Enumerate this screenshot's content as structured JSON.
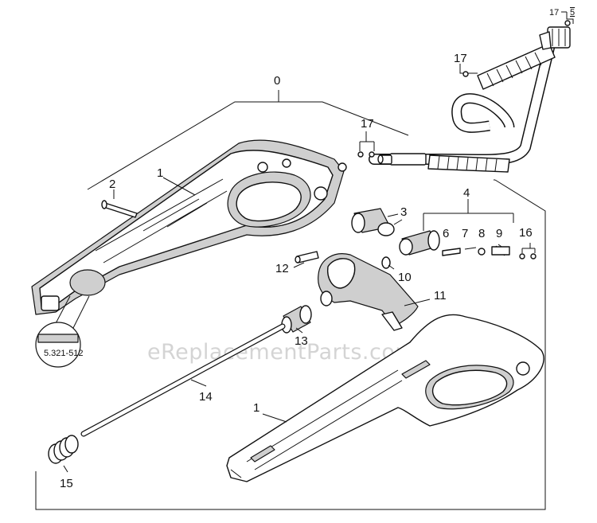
{
  "watermark": "eReplacementParts.com",
  "detail_text": "5.321-512",
  "labels": {
    "assembly": "0",
    "grip_upper": "1",
    "grip_lower": "1",
    "screw": "2",
    "adapter": "3",
    "nozzle_group": "4",
    "swivel_top": "5",
    "part6": "6",
    "part7": "7",
    "part8": "8",
    "part9": "9",
    "oring": "10",
    "trigger": "11",
    "pin": "12",
    "sleeve": "13",
    "rod": "14",
    "spring": "15",
    "seals16": "16",
    "seals17_top": "17",
    "seals17_hose": "17",
    "seals17_fitting": "17"
  }
}
